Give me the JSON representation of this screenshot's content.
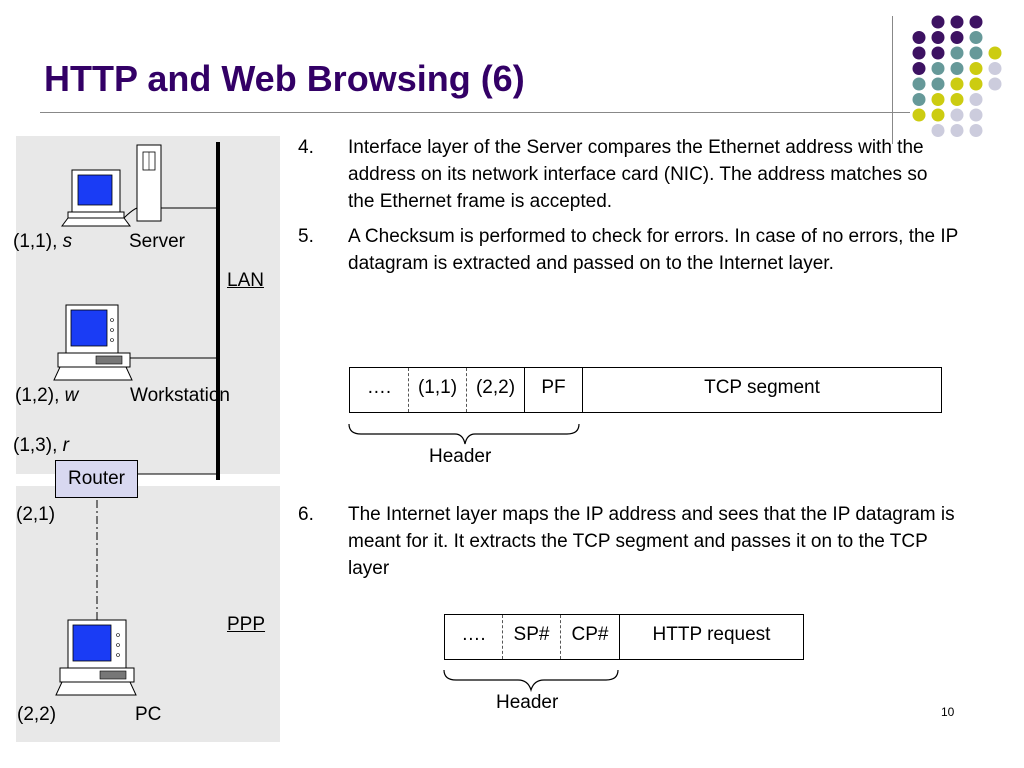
{
  "title": "HTTP and Web Browsing (6)",
  "colors": {
    "title": "#330066",
    "dot_purple": "#3d1262",
    "dot_teal": "#669999",
    "dot_lime": "#cccc11",
    "dot_lavender": "#ccccdd",
    "router_fill": "#d8d8f0"
  },
  "diagram": {
    "server": {
      "address": "(1,1),",
      "name": "s",
      "label": "Server"
    },
    "workstation": {
      "address": "(1,2),",
      "name": "w",
      "label": "Workstation"
    },
    "router_addr_lan": {
      "address": "(1,3),",
      "name": "r"
    },
    "router": {
      "label": "Router",
      "address_ppp": "(2,1)"
    },
    "pc": {
      "address": "(2,2)",
      "label": "PC"
    },
    "lan_label": "LAN",
    "ppp_label": "PPP"
  },
  "steps": [
    {
      "num": "4.",
      "text": "Interface layer of the Server compares the Ethernet address with the address on its network interface card (NIC). The address matches so the Ethernet frame is accepted."
    },
    {
      "num": "5.",
      "text": "A Checksum is performed to check for errors. In case of no errors, the IP datagram is extracted and passed on to the Internet layer."
    },
    {
      "num": "6.",
      "text": "The Internet layer maps the IP address and sees that the IP datagram is meant for it. It extracts the TCP segment and passes it on to the TCP layer"
    }
  ],
  "ip_datagram": {
    "fields": [
      "….",
      "(1,1)",
      "(2,2)",
      "PF",
      "TCP segment"
    ],
    "header_label": "Header"
  },
  "tcp_segment": {
    "fields": [
      "….",
      "SP#",
      "CP#",
      "HTTP request"
    ],
    "header_label": "Header"
  },
  "page_number": "10"
}
